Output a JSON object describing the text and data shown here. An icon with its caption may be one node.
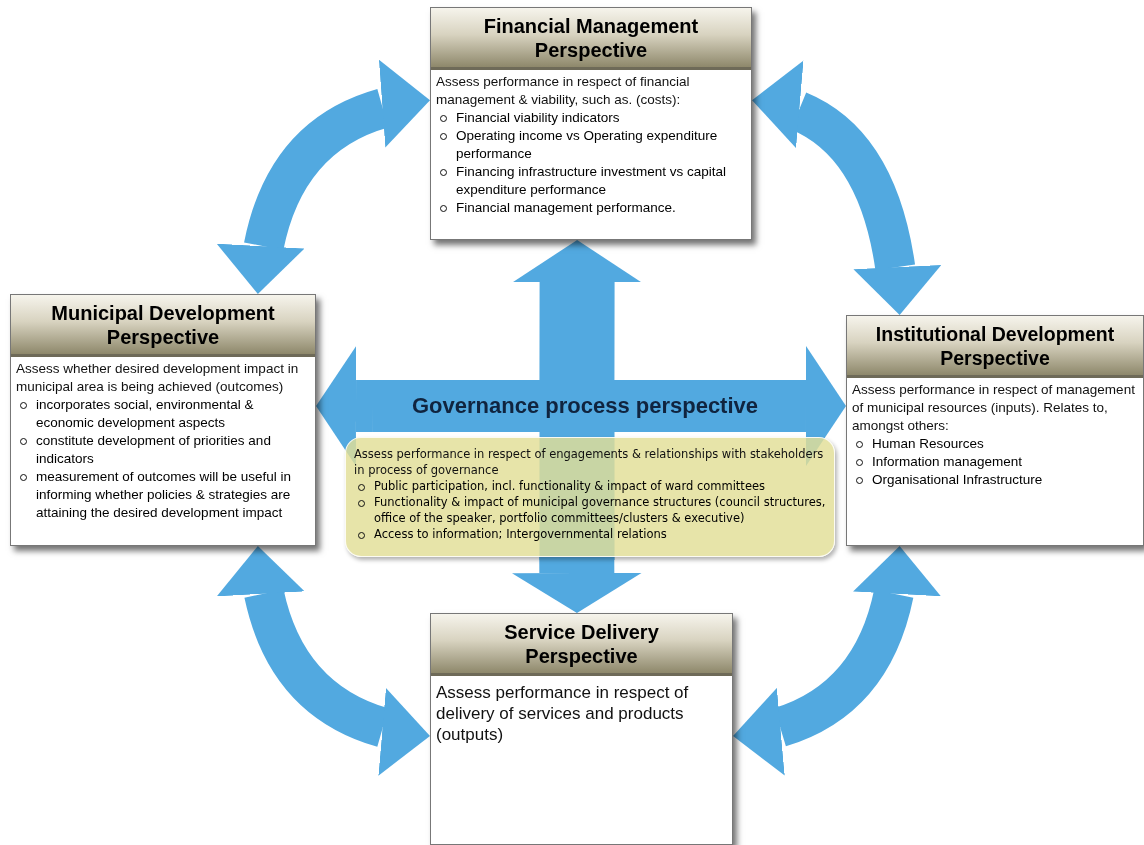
{
  "diagram": {
    "nodes": [
      {
        "text": [
          "Financial Management Perspective",
          "Assess performance in respect of financial management & viability, such as. (costs):",
          "Financial viability indicators",
          "Operating income vs Operating expenditure performance",
          "Financing infrastructure investment vs capital expenditure performance",
          "Financial management performance."
        ]
      },
      {
        "text": [
          "Municipal Development Perspective",
          "Assess whether desired development impact in  municipal area is being achieved (outcomes)",
          "incorporates social, environmental & economic development aspects",
          "constitute development of priorities  and indicators",
          "measurement of outcomes will be useful in informing whether policies & strategies are attaining the desired development impact"
        ]
      },
      {
        "text": [
          "Institutional Development Perspective",
          "Assess performance in respect of management of municipal resources (inputs). Relates to, amongst others:",
          "Human Resources",
          "Information management",
          "Organisational Infrastructure"
        ]
      },
      {
        "text": [
          "Service Delivery Perspective",
          "Assess performance in respect of delivery of services and products (outputs)"
        ]
      },
      {
        "text": [
          "Governance process perspective"
        ]
      },
      {
        "text": [
          "Assess performance in respect of engagements & relationships with stakeholders in process of governance",
          "Public participation, incl. functionality & impact of ward committees",
          "Functionality & impact of municipal governance structures (council structures, office of the speaker, portfolio committees/clusters & executive)",
          "Access to information; Intergovernmental relations"
        ]
      }
    ],
    "edges": [
      {
        "from": 1,
        "to": 0,
        "arrow": "both"
      },
      {
        "from": 0,
        "to": 2,
        "arrow": "both"
      },
      {
        "from": 1,
        "to": 3,
        "arrow": "both"
      },
      {
        "from": 2,
        "to": 3,
        "arrow": "both"
      },
      {
        "from": 4,
        "to": 0,
        "arrow": "to"
      },
      {
        "from": 4,
        "to": 1,
        "arrow": "to"
      },
      {
        "from": 4,
        "to": 2,
        "arrow": "to"
      },
      {
        "from": 5,
        "to": 3,
        "arrow": "to"
      }
    ]
  }
}
